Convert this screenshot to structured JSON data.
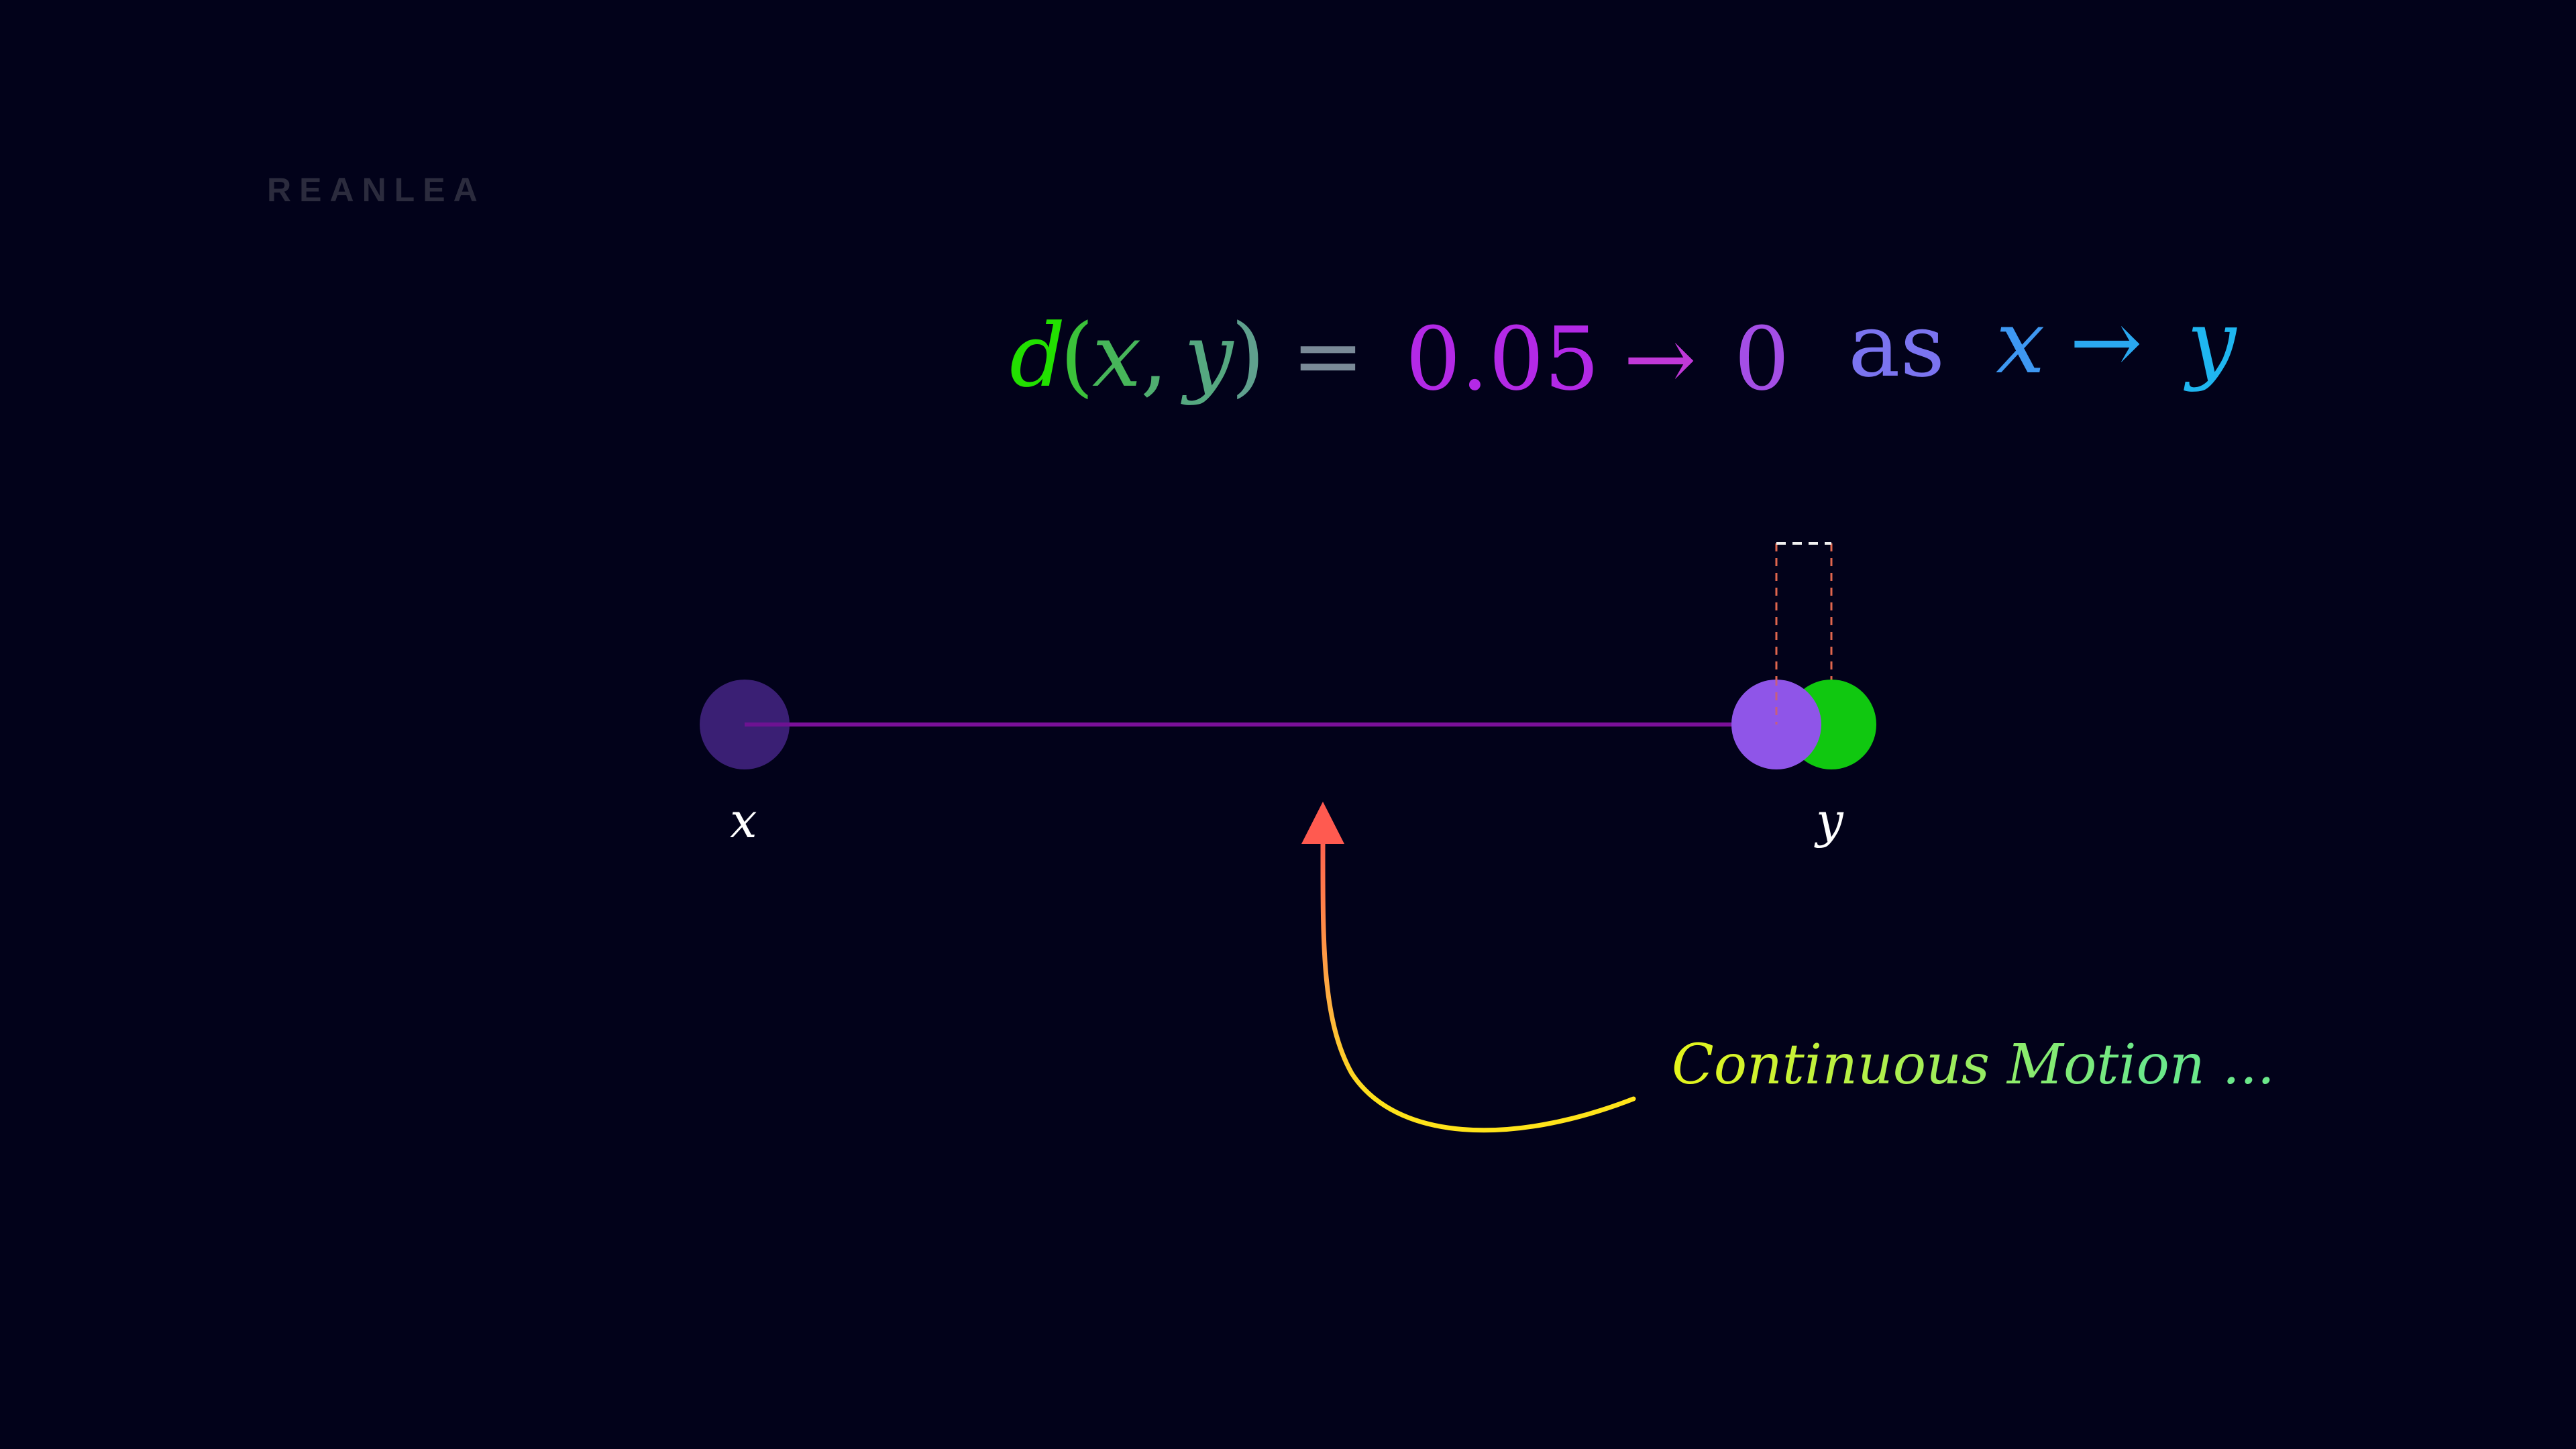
{
  "watermark": "REANLEA",
  "equation": {
    "lhs_func": "d",
    "lhs_open": "(",
    "lhs_x": "x",
    "lhs_comma": ",",
    "lhs_y": "y",
    "lhs_close": ")",
    "equals": "=",
    "value": "0.05",
    "arrow1": "→",
    "limit": "0",
    "as_word": "as",
    "rhs_x": "x",
    "arrow2": "→",
    "rhs_y": "y"
  },
  "points": {
    "x_label": "x",
    "y_label": "y"
  },
  "annotation": {
    "text": "Continuous Motion ..."
  },
  "colors": {
    "background": "#02021a",
    "green": "#22e000",
    "magenta": "#b329e6",
    "periwinkle": "#7b74f0",
    "cyan": "#1fb6f0",
    "line": "#7a109a",
    "point_x": "#3a1f74",
    "point_moving": "#8f55e8",
    "point_y": "#10c810",
    "arrow": "#ff5a50",
    "annotation_start": "#e6f51a",
    "annotation_end": "#6be88a"
  }
}
